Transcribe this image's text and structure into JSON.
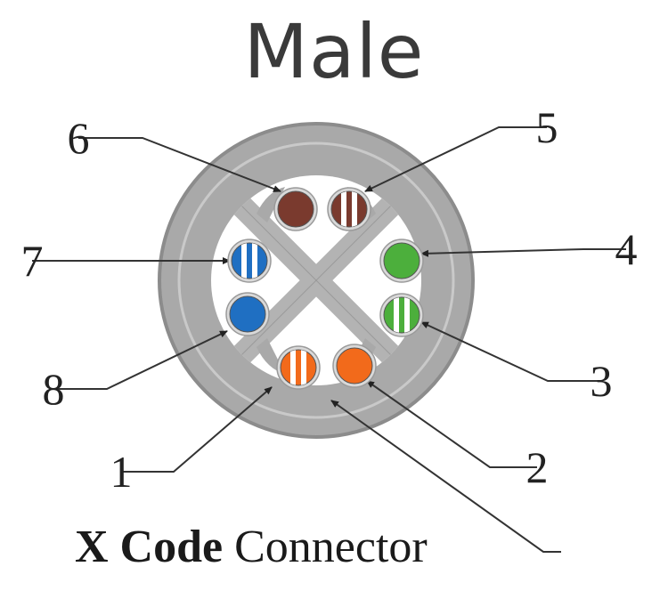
{
  "title": "Male",
  "caption": {
    "bold_part": "X Code",
    "regular_part": "Connector"
  },
  "colors": {
    "ring": "#a9a9a9",
    "ring_edge": "#8c8c8c",
    "insert": "#ffffff",
    "cross": "#b3b3b3",
    "brown": "#7a3a2e",
    "blue": "#1f6fc2",
    "green": "#4caf3c",
    "orange": "#f26a1b",
    "stripe": "#ffffff",
    "leader": "#333333"
  },
  "pins": [
    {
      "number": "1",
      "color": "orange",
      "striped": true
    },
    {
      "number": "2",
      "color": "orange",
      "striped": false
    },
    {
      "number": "3",
      "color": "green",
      "striped": true
    },
    {
      "number": "4",
      "color": "green",
      "striped": false
    },
    {
      "number": "5",
      "color": "brown",
      "striped": true
    },
    {
      "number": "6",
      "color": "brown",
      "striped": false
    },
    {
      "number": "7",
      "color": "blue",
      "striped": true
    },
    {
      "number": "8",
      "color": "blue",
      "striped": false
    }
  ]
}
